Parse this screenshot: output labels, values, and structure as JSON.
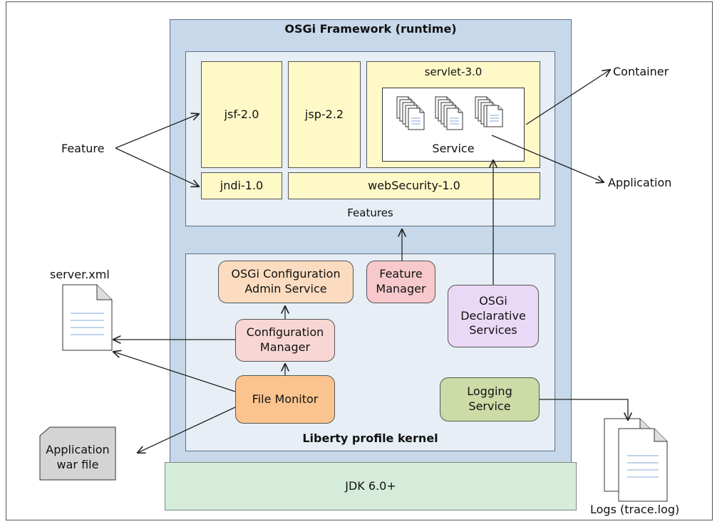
{
  "framework": {
    "title": "OSGi Framework (runtime)"
  },
  "features_panel": {
    "label": "Features",
    "jsf": "jsf-2.0",
    "jsp": "jsp-2.2",
    "servlet": "servlet-3.0",
    "service": "Service",
    "jndi": "jndi-1.0",
    "web_security": "webSecurity-1.0"
  },
  "kernel": {
    "label": "Liberty profile kernel",
    "config_admin": [
      "OSGi Configuration",
      "Admin Service"
    ],
    "feature_manager": [
      "Feature",
      "Manager"
    ],
    "declarative": [
      "OSGi",
      "Declarative",
      "Services"
    ],
    "config_manager": [
      "Configuration",
      "Manager"
    ],
    "file_monitor": "File Monitor",
    "logging": [
      "Logging",
      "Service"
    ]
  },
  "jdk": "JDK 6.0+",
  "external": {
    "feature": "Feature",
    "container": "Container",
    "application": "Application",
    "server_xml": "server.xml",
    "war": [
      "Application",
      "war file"
    ],
    "logs": "Logs (trace.log)"
  },
  "colors": {
    "framework": "#c6d8ea",
    "panel": "#e7eef5",
    "feature_box": "#fff9c8",
    "config_admin": "#fbdcc0",
    "feature_manager": "#f7c9cc",
    "declarative": "#ead9f6",
    "config_manager": "#f7d6d4",
    "file_monitor": "#fbc48e",
    "logging": "#cddba6",
    "jdk": "#d5ecdb",
    "war": "#d4d4d4"
  }
}
